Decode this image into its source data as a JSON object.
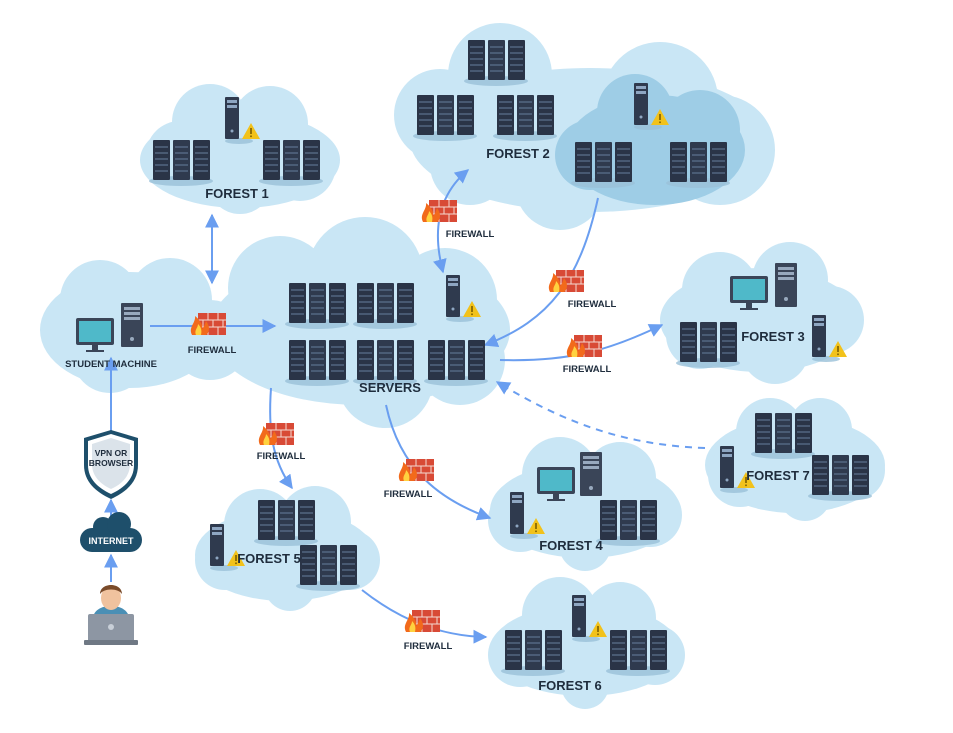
{
  "forests": {
    "f1": "FOREST 1",
    "f2": "FOREST 2",
    "f3": "FOREST 3",
    "f4": "FOREST 4",
    "f5": "FOREST 5",
    "f6": "FOREST 6",
    "f7": "FOREST 7"
  },
  "hub": {
    "label": "SERVERS"
  },
  "student": {
    "label": "STUDENT MACHINE"
  },
  "vpn": {
    "line1": "VPN OR",
    "line2": "BROWSER"
  },
  "internet": {
    "label": "INTERNET"
  },
  "firewall": {
    "label": "FIREWALL"
  },
  "colors": {
    "cloud": "#c9e6f5",
    "cloud_inner": "#9ecde6",
    "arrow": "#6a9ef0",
    "server": "#2a3447",
    "firewall_brick": "#d84a36",
    "warning": "#f2c21b",
    "badge": "#1e4f6b"
  },
  "icons": [
    "server-rack-icon",
    "tower-server-icon",
    "warning-icon",
    "firewall-icon",
    "monitor-icon",
    "user-icon",
    "cloud-icon",
    "shield-icon"
  ]
}
